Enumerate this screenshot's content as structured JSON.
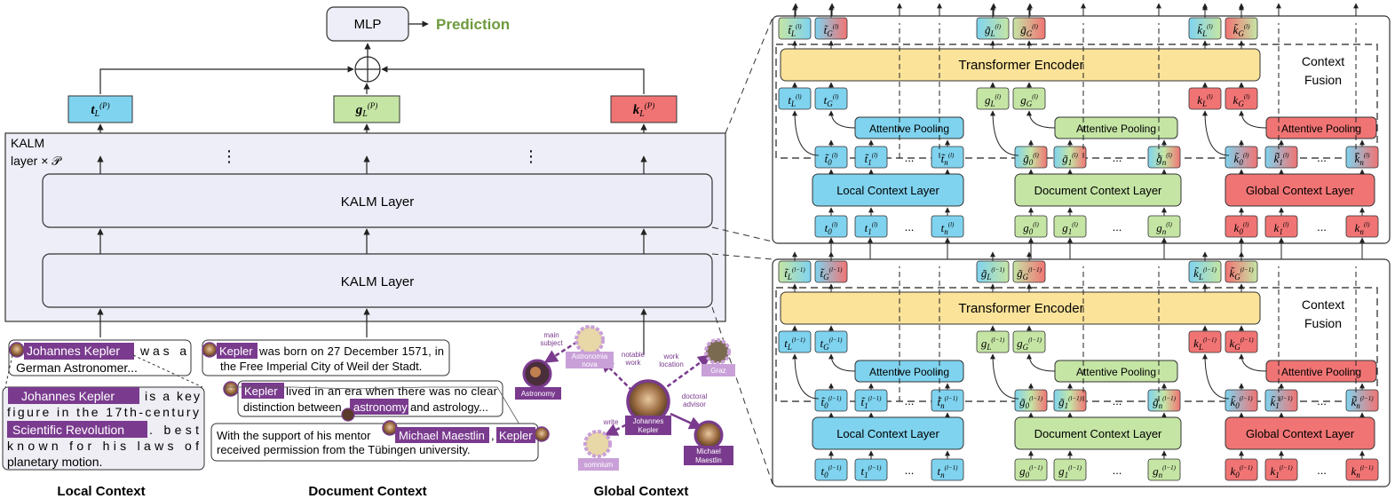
{
  "top": {
    "mlp_label": "MLP",
    "prediction_label": "Prediction",
    "oplus": "⊕",
    "outputs": [
      {
        "base": "t",
        "sub": "L",
        "sup": "(P)"
      },
      {
        "base": "g",
        "sub": "L",
        "sup": "(P)"
      },
      {
        "base": "k",
        "sub": "L",
        "sup": "(P)"
      }
    ]
  },
  "stack": {
    "kalm_label_line1": "KALM",
    "kalm_label_line2": "layer × 𝒫",
    "ellipsis": "⋮",
    "layer_upper": "KALM Layer",
    "layer_lower": "KALM Layer"
  },
  "local_context": {
    "short_entity": "Johannes Kepler",
    "short_rest1": "was a",
    "short_rest2": "German Astronomer...",
    "long_entity": "Johannes Kepler",
    "long_after_entity": "is a key",
    "long_line2": "figure in the 17th-century",
    "long_entity2": "Scientific Revolution",
    "long_after_entity2": ". best",
    "long_line4": "known for his laws of",
    "long_line5": "planetary motion.",
    "caption": "Local Context"
  },
  "document_context": {
    "s1_entity": "Kepler",
    "s1_rest1": "was born on 27 December 1571, in",
    "s1_rest2": "the Free Imperial City of Weil der Stadt.",
    "s2_entity": "Kepler",
    "s2_rest1": "lived in an era when there was no clear",
    "s2_line2a": "distinction between",
    "s2_entity2": "astronomy",
    "s2_line2b": "and astrology...",
    "s3_line1": "With the support of his mentor",
    "s3_entity": "Michael Maestlin",
    "s3_comma": ",",
    "s3_entity2": "Kepler",
    "s3_line2": "received permission from the Tübingen university.",
    "caption": "Document Context"
  },
  "global_context": {
    "center_line1": "Johannes",
    "center_line2": "Kepler",
    "nodes": {
      "astronomia_line1": "Astronomia",
      "astronomia_line2": "nova",
      "astronomy": "Astronomy",
      "graz": "Graz",
      "maestlin_line1": "Michael",
      "maestlin_line2": "Maestlin",
      "somnium": "somnium"
    },
    "edges": {
      "main_subject_line1": "main",
      "main_subject_line2": "subject",
      "notable_work_line1": "notable",
      "notable_work_line2": "work",
      "work_location_line1": "work",
      "work_location_line2": "location",
      "doctoral_advisor_line1": "doctoral",
      "doctoral_advisor_line2": "advisor",
      "write": "write"
    },
    "caption": "Global Context"
  },
  "layer_l": {
    "transformer": "Transformer Encoder",
    "context_fusion_line1": "Context",
    "context_fusion_line2": "Fusion",
    "attentive_pooling": "Attentive Pooling",
    "local_layer": "Local Context Layer",
    "document_layer": "Document Context Layer",
    "global_layer": "Global Context Layer",
    "dots": "...",
    "sup": "(l)"
  },
  "layer_lm1": {
    "transformer": "Transformer Encoder",
    "context_fusion_line1": "Context",
    "context_fusion_line2": "Fusion",
    "attentive_pooling": "Attentive Pooling",
    "local_layer": "Local Context Layer",
    "document_layer": "Document Context Layer",
    "global_layer": "Global Context Layer",
    "dots": "...",
    "sup": "(l−1)"
  },
  "colors": {
    "local": "#7fd3ef",
    "document": "#c5e5a5",
    "global": "#f17474",
    "transformer": "#fbe39a",
    "kalm_bg": "#eeeef8",
    "kalm_layer": "#ececf8",
    "entity": "#7a3b8e",
    "prediction": "#6f9a3e"
  }
}
